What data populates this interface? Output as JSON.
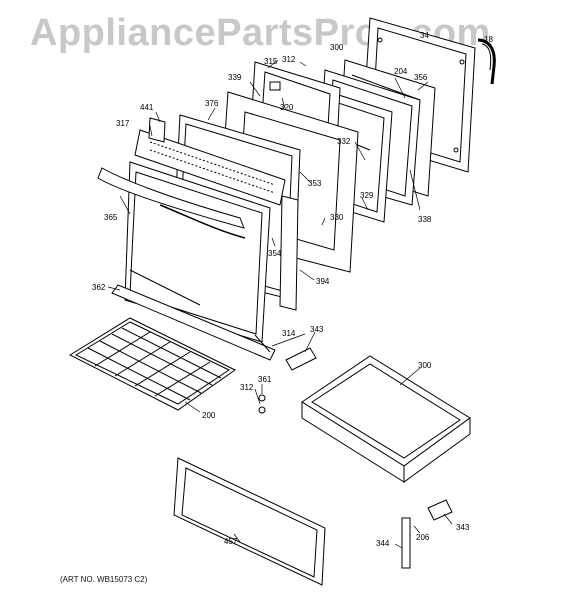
{
  "watermark": "AppliancePartsPros.com",
  "art_number": "(ART NO. WB15073 C2)",
  "callouts": {
    "c34": "34",
    "c18": "18",
    "c312a": "312",
    "c300a": "300",
    "c315": "315",
    "c204": "204",
    "c356": "356",
    "c339": "339",
    "c320": "320",
    "c441": "441",
    "c376": "376",
    "c317": "317",
    "c332": "332",
    "c353": "353",
    "c329": "329",
    "c338": "338",
    "c365": "365",
    "c330": "330",
    "c354": "354",
    "c394": "394",
    "c362": "362",
    "c314": "314",
    "c343a": "343",
    "c300b": "300",
    "c361": "361",
    "c312b": "312",
    "c200": "200",
    "c457": "457",
    "c344": "344",
    "c206": "206",
    "c343b": "343"
  }
}
